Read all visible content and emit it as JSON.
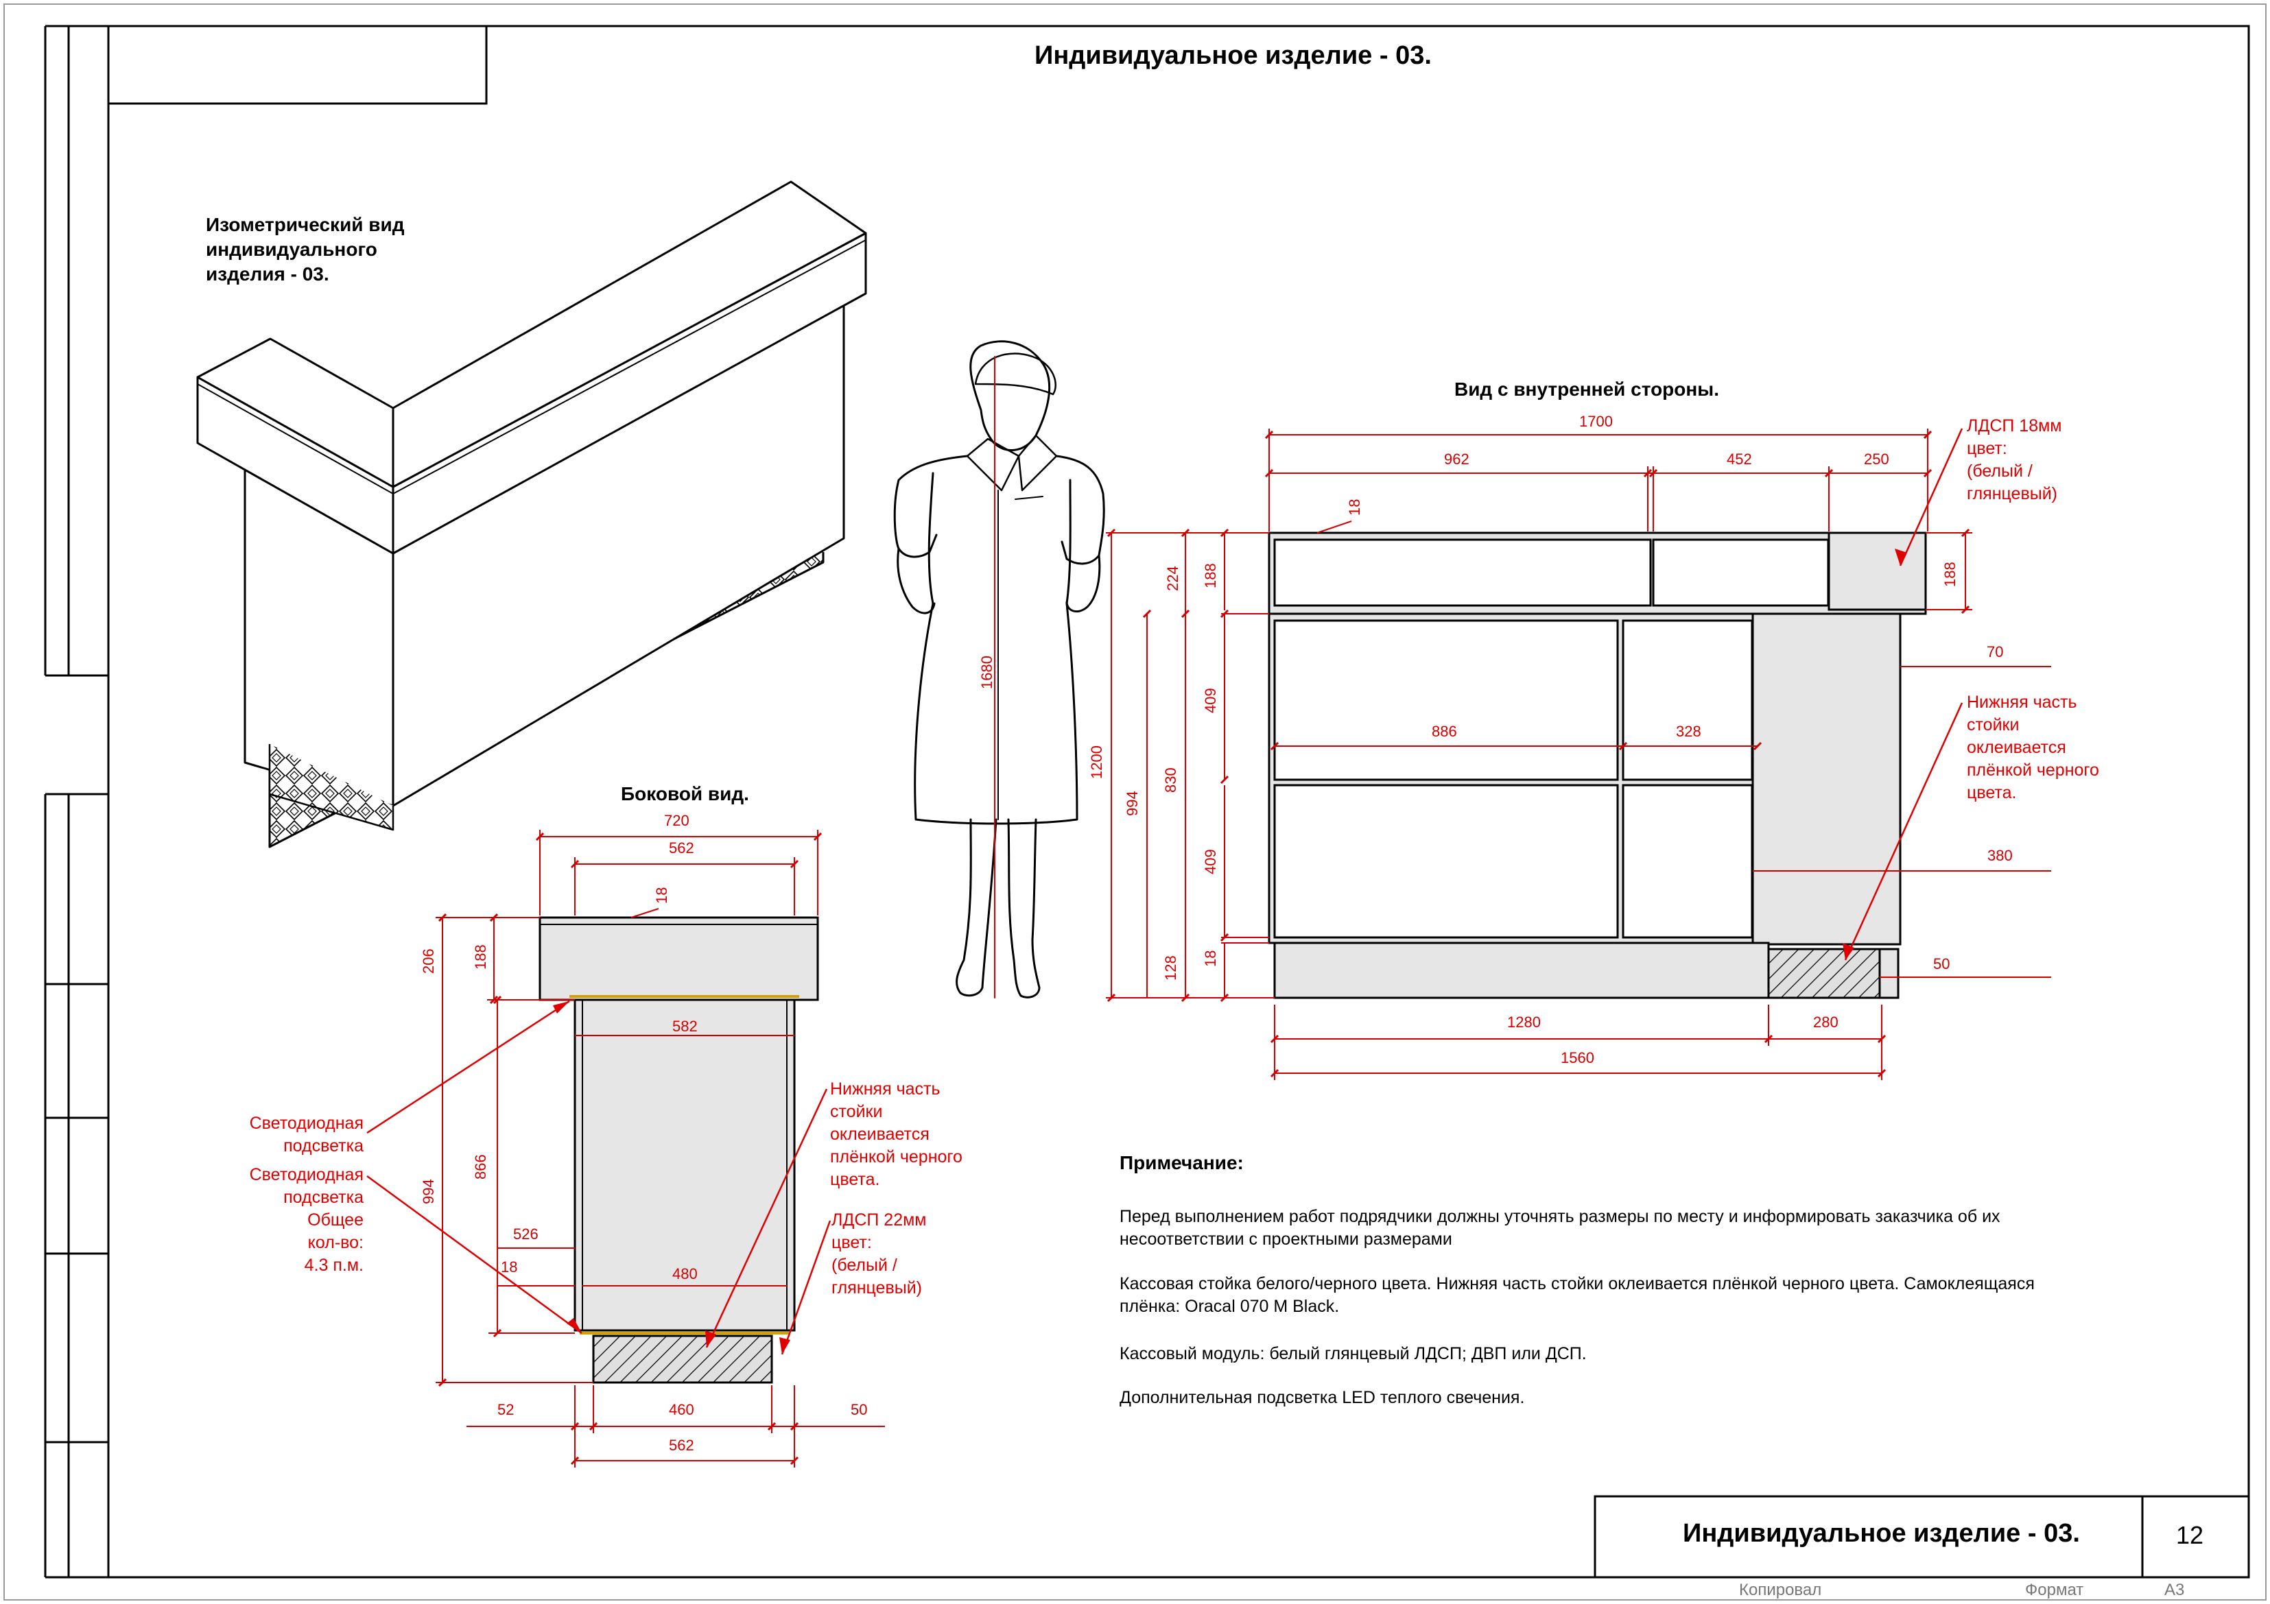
{
  "sheet_title": "Индивидуальное изделие - 03.",
  "isometric_label": [
    "Изометрический вид",
    "индивидуального",
    "изделия - 03."
  ],
  "inner_view_label": "Вид с внутренней стороны.",
  "side_view_label": "Боковой вид.",
  "human_height": "1680",
  "inner_dims": {
    "total": "1700",
    "a": "962",
    "b": "452",
    "c": "250",
    "top_thk": "18",
    "h224": "224",
    "h188": "188",
    "h188r": "188",
    "h1200": "1200",
    "h994": "994",
    "h830": "830",
    "h409a": "409",
    "h409b": "409",
    "h128": "128",
    "h18": "18",
    "w886": "886",
    "w328": "328",
    "d70": "70",
    "d380": "380",
    "d50": "50",
    "w1280": "1280",
    "w280": "280",
    "w1560": "1560"
  },
  "side_dims": {
    "w720": "720",
    "w562t": "562",
    "top_thk": "18",
    "h206": "206",
    "h188": "188",
    "w582": "582",
    "h994": "994",
    "h866": "866",
    "w526": "526",
    "h18": "18",
    "w480": "480",
    "w52": "52",
    "w460": "460",
    "w50": "50",
    "w562b": "562"
  },
  "callouts": {
    "ldsp18": [
      "ЛДСП 18мм",
      "цвет:",
      "(белый /",
      "глянцевый)"
    ],
    "lower_inner": [
      "Нижняя часть",
      "стойки",
      "оклеивается",
      "плёнкой черного",
      "цвета."
    ],
    "led1": [
      "Светодиодная",
      "подсветка"
    ],
    "led2": [
      "Светодиодная",
      "подсветка",
      "Общее",
      "кол-во:",
      "4.3 п.м."
    ],
    "lower_side": [
      "Нижняя часть",
      "стойки",
      "оклеивается",
      "плёнкой черного",
      "цвета."
    ],
    "ldsp22": [
      "ЛДСП 22мм",
      "цвет:",
      "(белый /",
      "глянцевый)"
    ]
  },
  "notes": {
    "heading": "Примечание:",
    "p1": "Перед выполнением работ подрядчики должны уточнять размеры по месту и информировать заказчика об их несоответствии с проектными размерами",
    "p2": "Кассовая стойка белого/черного цвета. Нижняя часть стойки оклеивается плёнкой черного цвета. Самоклеящаяся плёнка: Oracal 070 M Black.",
    "p3": "Кассовый модуль: белый глянцевый  ЛДСП; ДВП или ДСП.",
    "p4": "Дополнительная подсветка LED теплого свечения."
  },
  "title_block": {
    "title": "Индивидуальное изделие - 03.",
    "sheet_number": "12"
  },
  "stamp": {
    "copied": "Копировал",
    "format_label": "Формат",
    "format_value": "А3"
  },
  "colors": {
    "dimension": "#d40000",
    "callout": "#e00000",
    "panel_fill": "#e6e6e6"
  }
}
